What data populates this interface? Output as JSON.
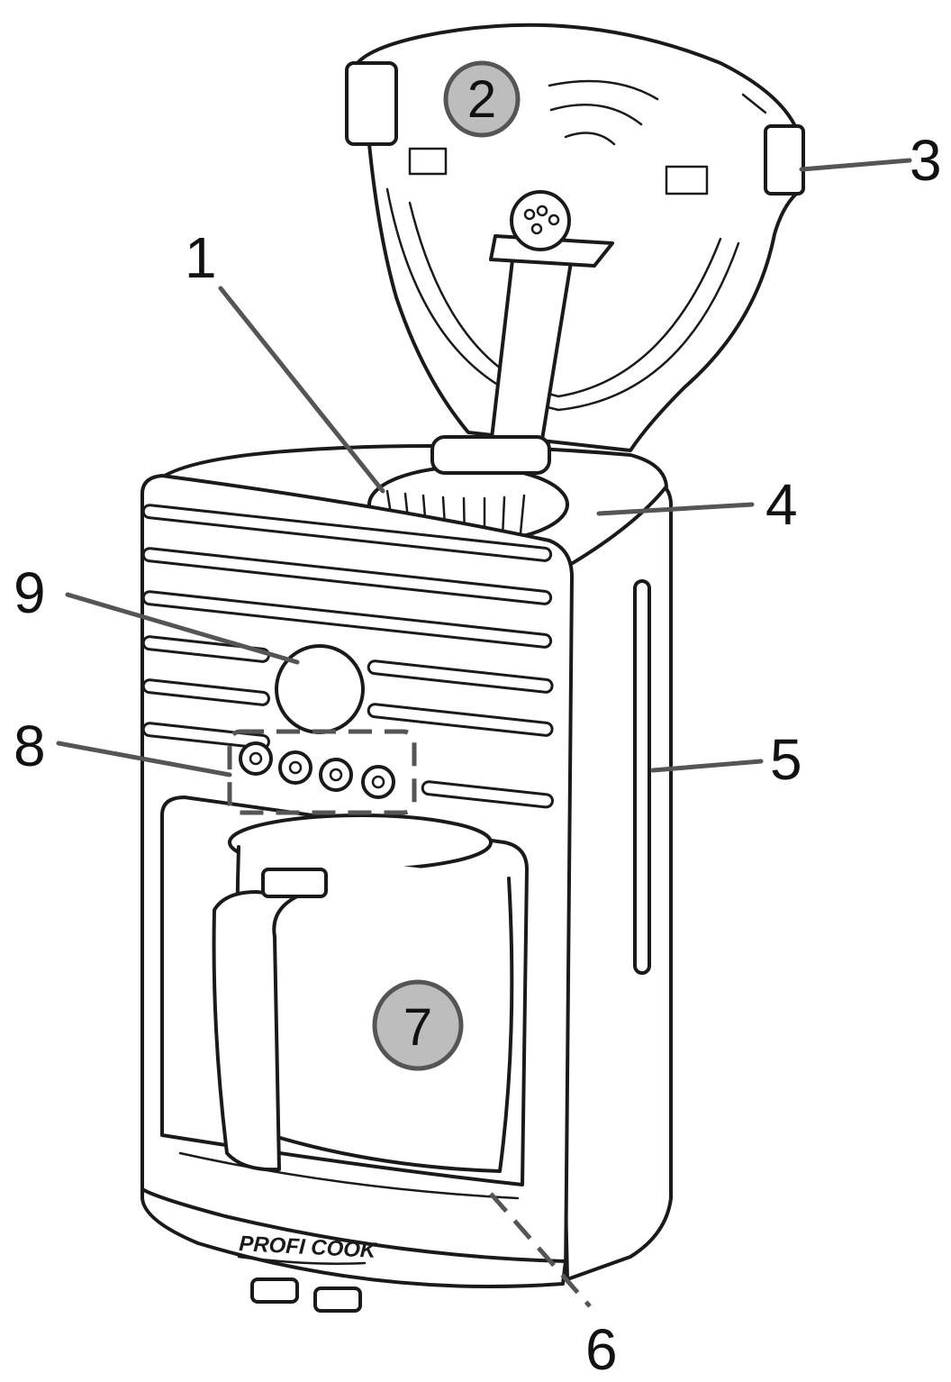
{
  "labels": {
    "l1": "1",
    "l3": "3",
    "l4": "4",
    "l5": "5",
    "l6": "6",
    "l8": "8",
    "l9": "9"
  },
  "badges": {
    "b2": "2",
    "b7": "7"
  },
  "brand": {
    "logo_text": "PROFI COOK"
  },
  "colors": {
    "badge_fill": "#bdbdbd",
    "leader": "#555555",
    "outline": "#1a1a1a"
  }
}
